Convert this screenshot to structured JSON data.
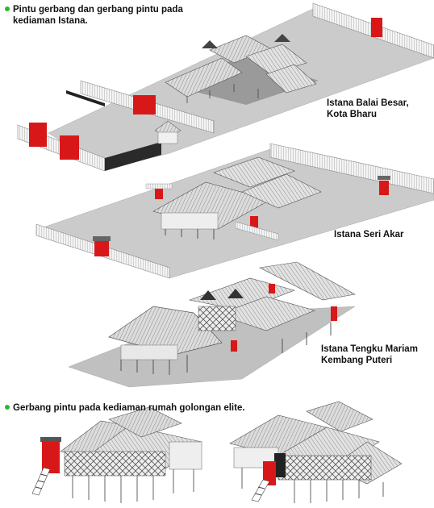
{
  "section_top": {
    "caption_line1": "Pintu gerbang dan gerbang pintu pada",
    "caption_line2": "kediaman Istana."
  },
  "section_bottom": {
    "caption": "Gerbang pintu  pada kediaman rumah golongan elite."
  },
  "labels": {
    "balai_besar_line1": "Istana Balai Besar,",
    "balai_besar_line2": "Kota Bharu",
    "seri_akar": "Istana Seri Akar",
    "tengku_mariam_line1": "Istana Tengku Mariam",
    "tengku_mariam_line2": "Kembang Puteri"
  },
  "colors": {
    "bullet": "#2fb52f",
    "gate_red": "#d81818",
    "ground": "#c9c9c9",
    "roof": "#d8d8d8",
    "wall": "#f2f2f2"
  },
  "icons": [
    "green-bullet-icon"
  ]
}
